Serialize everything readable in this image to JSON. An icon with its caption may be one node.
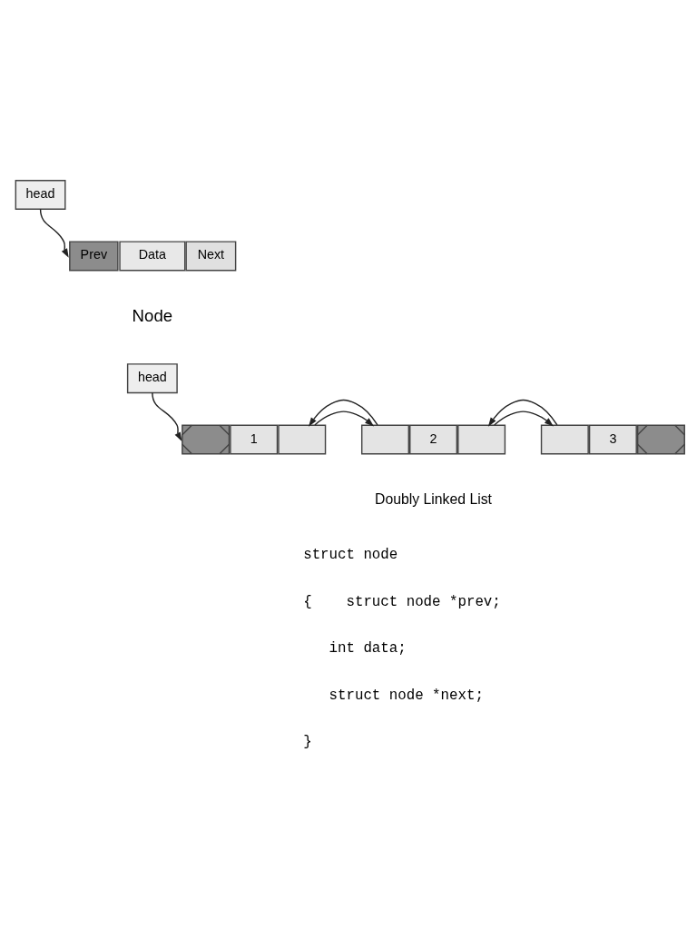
{
  "diagram": {
    "nodes": [
      {
        "text": [
          "head"
        ]
      },
      {
        "text": [
          "Prev"
        ]
      },
      {
        "text": [
          "Data"
        ]
      },
      {
        "text": [
          "Next"
        ]
      },
      {
        "text": [
          "head"
        ]
      },
      {
        "text": [],
        "shape": "box"
      },
      {
        "text": [
          "1"
        ]
      },
      {
        "text": [],
        "shape": "box"
      },
      {
        "text": [],
        "shape": "box"
      },
      {
        "text": [
          "2"
        ]
      },
      {
        "text": [],
        "shape": "box"
      },
      {
        "text": [],
        "shape": "box"
      },
      {
        "text": [
          "3"
        ]
      },
      {
        "text": [],
        "shape": "box"
      }
    ],
    "edges": [
      {
        "from": 0,
        "to": 1,
        "arrow": "to"
      },
      {
        "from": 4,
        "to": 5,
        "arrow": "to"
      },
      {
        "from": 7,
        "to": 8,
        "arrow": "to"
      },
      {
        "from": 8,
        "to": 7,
        "arrow": "to"
      },
      {
        "from": 10,
        "to": 11,
        "arrow": "to"
      },
      {
        "from": 11,
        "to": 10,
        "arrow": "to"
      }
    ],
    "labels": [
      "Node",
      "Doubly Linked List",
      "struct node",
      "{    struct node *prev;",
      "int data;",
      "struct node *next;",
      "}"
    ]
  }
}
